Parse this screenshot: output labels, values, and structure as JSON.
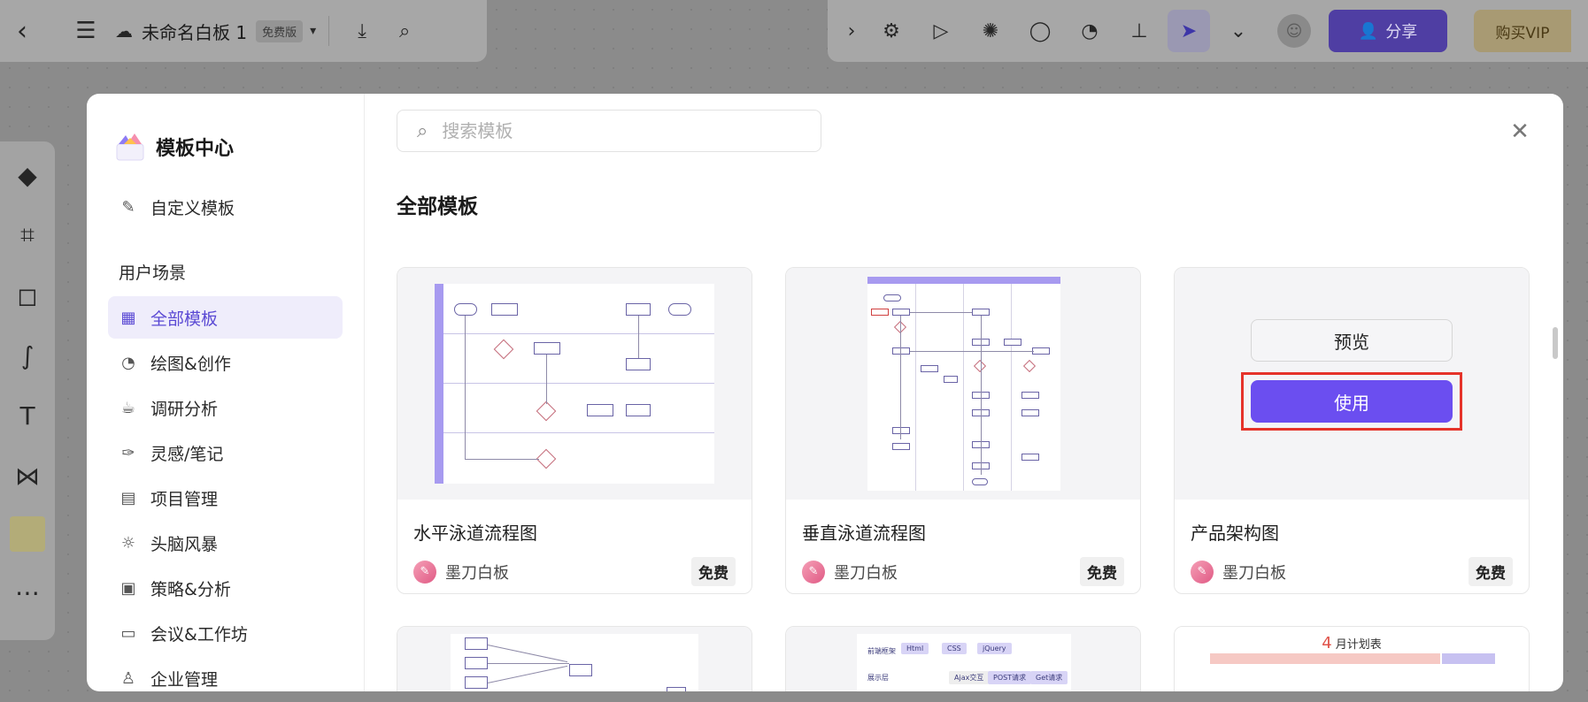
{
  "topbar": {
    "doc_title": "未命名白板 1",
    "plan_badge": "免费版",
    "share_label": "分享",
    "vip_label": "购买VIP"
  },
  "modal": {
    "brand_title": "模板中心",
    "custom_template": "自定义模板",
    "section_label": "用户场景",
    "nav_items": [
      {
        "label": "全部模板",
        "icon": "grid-icon",
        "active": true
      },
      {
        "label": "绘图&创作",
        "icon": "pie-chart-icon",
        "active": false
      },
      {
        "label": "调研分析",
        "icon": "cup-icon",
        "active": false
      },
      {
        "label": "灵感/笔记",
        "icon": "feather-icon",
        "active": false
      },
      {
        "label": "项目管理",
        "icon": "clipboard-icon",
        "active": false
      },
      {
        "label": "头脑风暴",
        "icon": "lightbulb-icon",
        "active": false
      },
      {
        "label": "策略&分析",
        "icon": "briefcase-icon",
        "active": false
      },
      {
        "label": "会议&工作坊",
        "icon": "presentation-icon",
        "active": false
      },
      {
        "label": "企业管理",
        "icon": "org-chart-icon",
        "active": false
      }
    ],
    "search_placeholder": "搜索模板",
    "main_title": "全部模板",
    "cards": [
      {
        "title": "水平泳道流程图",
        "author": "墨刀白板",
        "price": "免费"
      },
      {
        "title": "垂直泳道流程图",
        "author": "墨刀白板",
        "price": "免费"
      },
      {
        "title": "产品架构图",
        "author": "墨刀白板",
        "price": "免费",
        "preview_label": "预览",
        "use_label": "使用"
      }
    ],
    "row2": {
      "card5_tags": [
        "Html",
        "CSS",
        "jQuery",
        "Ajax交互",
        "POST请求",
        "Get请求"
      ],
      "card5_rows": [
        "前端框架",
        "展示层"
      ],
      "card6_month": "4",
      "card6_title": "月计划表"
    }
  }
}
